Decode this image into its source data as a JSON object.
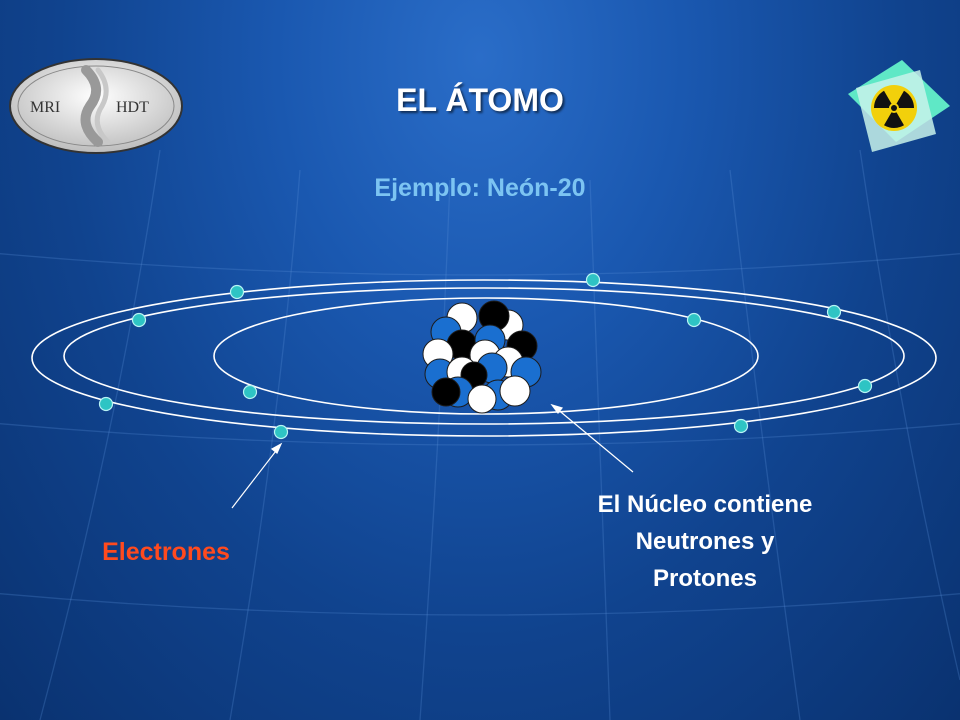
{
  "slide": {
    "title": "EL ÁTOMO",
    "subtitle": "Ejemplo: Neón-20"
  },
  "labels": {
    "electrons": "Electrones",
    "nucleus_line1": "El Núcleo contiene",
    "nucleus_line2": "Neutrones y",
    "nucleus_line3": "Protones"
  },
  "logo": {
    "text_left": "MRI",
    "text_right": "HDT"
  },
  "atom": {
    "electron_count": 10,
    "colors": {
      "electron": "#2ec4c4",
      "proton": "#1a6fd0",
      "neutron_white": "#ffffff",
      "neutron_black": "#000000",
      "orbit": "#ffffff",
      "radiation_yellow": "#f2d00b",
      "radiation_bg": "#5fe8c6"
    }
  }
}
